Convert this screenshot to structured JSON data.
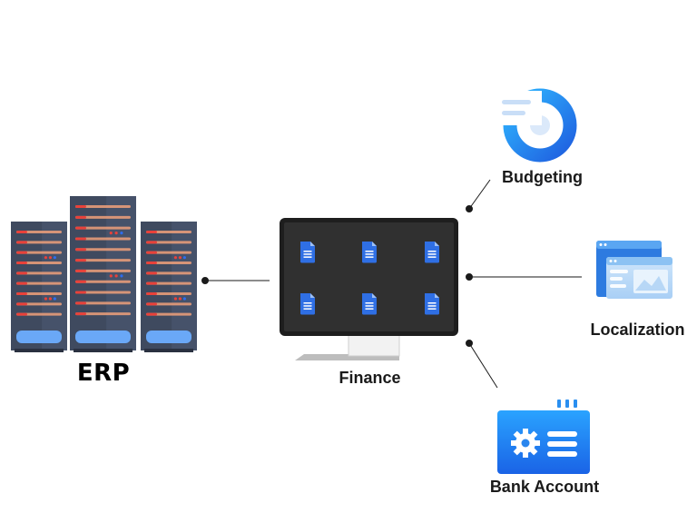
{
  "erp": {
    "label": "ERP",
    "icon": "server-rack-icon"
  },
  "hub": {
    "label": "Finance",
    "icon": "monitor-icon",
    "document_icon": "document-icon",
    "document_count": 6
  },
  "modules": [
    {
      "label": "Budgeting",
      "icon": "budget-dial-icon"
    },
    {
      "label": "Localization",
      "icon": "browser-windows-icon"
    },
    {
      "label": "Bank Account",
      "icon": "bank-card-gear-icon"
    }
  ],
  "colors": {
    "server_body": "#3f4a5f",
    "server_stripe": "#4b5871",
    "server_bar": "#f0a07a",
    "server_led_red": "#e8413a",
    "server_led_blue": "#2e6cf0",
    "monitor_frame": "#1e1e1e",
    "monitor_screen": "#303030",
    "doc_blue": "#2f6fe4",
    "accent_blue": "#1e88e5",
    "connector": "#1a1a1a"
  }
}
